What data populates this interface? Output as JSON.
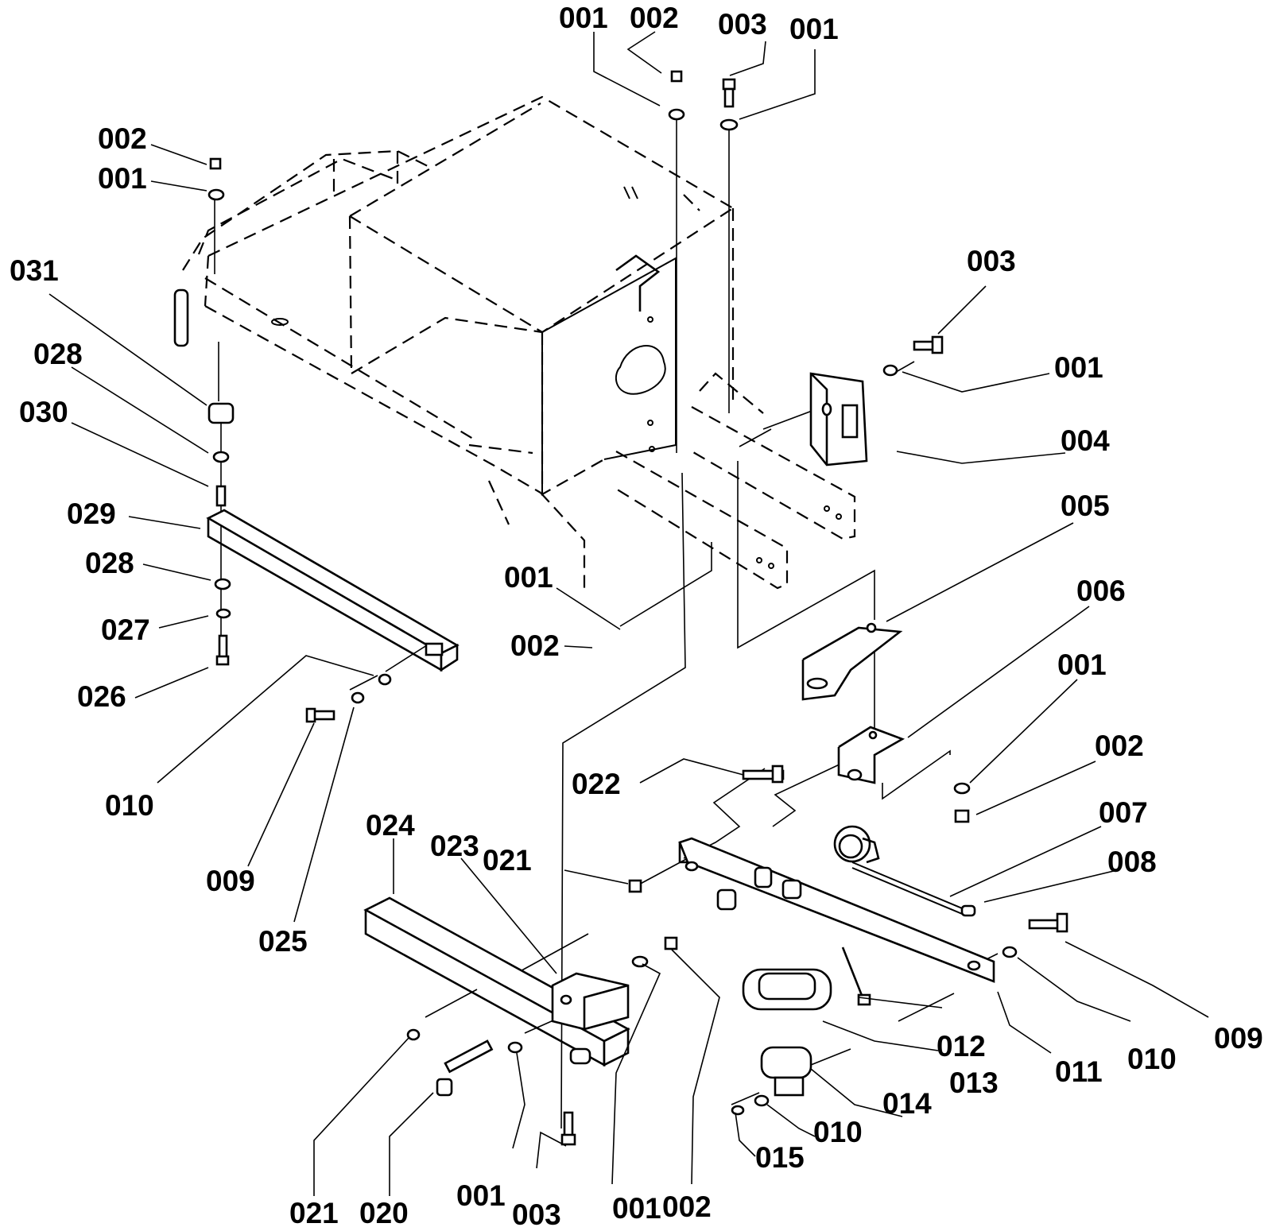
{
  "diagram": {
    "labels": [
      {
        "id": "l1",
        "text": "001"
      },
      {
        "id": "l2",
        "text": "002"
      },
      {
        "id": "l3",
        "text": "003"
      },
      {
        "id": "l4",
        "text": "001"
      },
      {
        "id": "l5",
        "text": "002"
      },
      {
        "id": "l6",
        "text": "001"
      },
      {
        "id": "l7",
        "text": "031"
      },
      {
        "id": "l8",
        "text": "028"
      },
      {
        "id": "l9",
        "text": "030"
      },
      {
        "id": "l10",
        "text": "029"
      },
      {
        "id": "l11",
        "text": "028"
      },
      {
        "id": "l12",
        "text": "027"
      },
      {
        "id": "l13",
        "text": "026"
      },
      {
        "id": "l14",
        "text": "010"
      },
      {
        "id": "l15",
        "text": "009"
      },
      {
        "id": "l16",
        "text": "025"
      },
      {
        "id": "l17",
        "text": "003"
      },
      {
        "id": "l18",
        "text": "001"
      },
      {
        "id": "l19",
        "text": "004"
      },
      {
        "id": "l20",
        "text": "005"
      },
      {
        "id": "l21",
        "text": "006"
      },
      {
        "id": "l22",
        "text": "001"
      },
      {
        "id": "l23",
        "text": "002"
      },
      {
        "id": "l24",
        "text": "007"
      },
      {
        "id": "l25",
        "text": "008"
      },
      {
        "id": "l26",
        "text": "001"
      },
      {
        "id": "l27",
        "text": "002"
      },
      {
        "id": "l28",
        "text": "022"
      },
      {
        "id": "l29",
        "text": "024"
      },
      {
        "id": "l30",
        "text": "023"
      },
      {
        "id": "l31",
        "text": "021"
      },
      {
        "id": "l32",
        "text": "021"
      },
      {
        "id": "l33",
        "text": "020"
      },
      {
        "id": "l34",
        "text": "001"
      },
      {
        "id": "l35",
        "text": "003"
      },
      {
        "id": "l36",
        "text": "001"
      },
      {
        "id": "l37",
        "text": "002"
      },
      {
        "id": "l38",
        "text": "015"
      },
      {
        "id": "l39",
        "text": "010"
      },
      {
        "id": "l40",
        "text": "014"
      },
      {
        "id": "l41",
        "text": "013"
      },
      {
        "id": "l42",
        "text": "012"
      },
      {
        "id": "l43",
        "text": "011"
      },
      {
        "id": "l44",
        "text": "010"
      },
      {
        "id": "l45",
        "text": "009"
      }
    ]
  }
}
